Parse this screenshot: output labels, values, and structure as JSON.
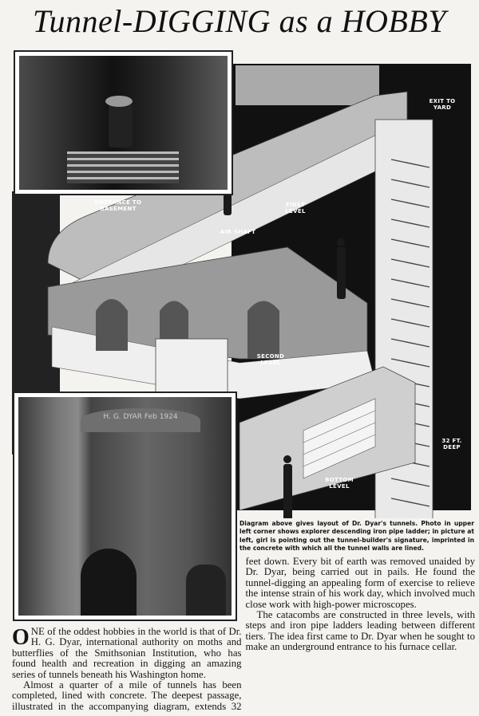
{
  "title": "Tunnel-DIGGING as a HOBBY",
  "diagram": {
    "labels": {
      "entrance": "ENTRANCE TO BASEMENT",
      "air_shaft": "AIR SHAFT",
      "first_level": "FIRST LEVEL",
      "exit": "EXIT TO YARD",
      "second_level": "SECOND LEVEL",
      "bottom_level": "BOTTOM LEVEL",
      "depth": "32 FT. DEEP"
    }
  },
  "photo_signature": "H. G. DYAR Feb 1924",
  "caption": "Diagram above gives layout of Dr. Dyar's tunnels. Photo in upper left corner shows explorer descending iron pipe ladder; in picture at left, girl is pointing out the tunnel-builder's signature, imprinted in the concrete with which all the tunnel walls are lined.",
  "article": {
    "dropcap": "O",
    "para1": "NE of the oddest hobbies in the world is that of Dr. H. G. Dyar, international authority on moths and butterflies of the Smithsonian Institution, who has found health and recreation in digging an amazing series of tunnels beneath his Washington home.",
    "para2": "Almost a quarter of a mile of tunnels has been completed, lined with concrete. The deepest passage, illustrated in the accompanying diagram, extends 32 feet down. Every bit of earth was removed unaided by Dr. Dyar, being carried out in pails. He found the tunnel-digging an appealing form of exercise to relieve the intense strain of his work day, which involved much close work with high-power microscopes.",
    "para2_start": "Almost a quarter of a mile of tunnels has",
    "para2_rest": "been completed, lined with concrete. The deepest passage, illustrated in the accompanying diagram, extends 32 feet down. Every bit of earth was removed unaided by Dr. Dyar, being carried out in pails. He found the tunnel-digging an appealing form of exercise to relieve the intense strain of his work day, which involved much close work with high-power microscopes.",
    "para3": "The catacombs are constructed in three levels, with steps and iron pipe ladders leading between different tiers. The idea first came to Dr. Dyar when he sought to make an underground entrance to his furnace cellar."
  }
}
